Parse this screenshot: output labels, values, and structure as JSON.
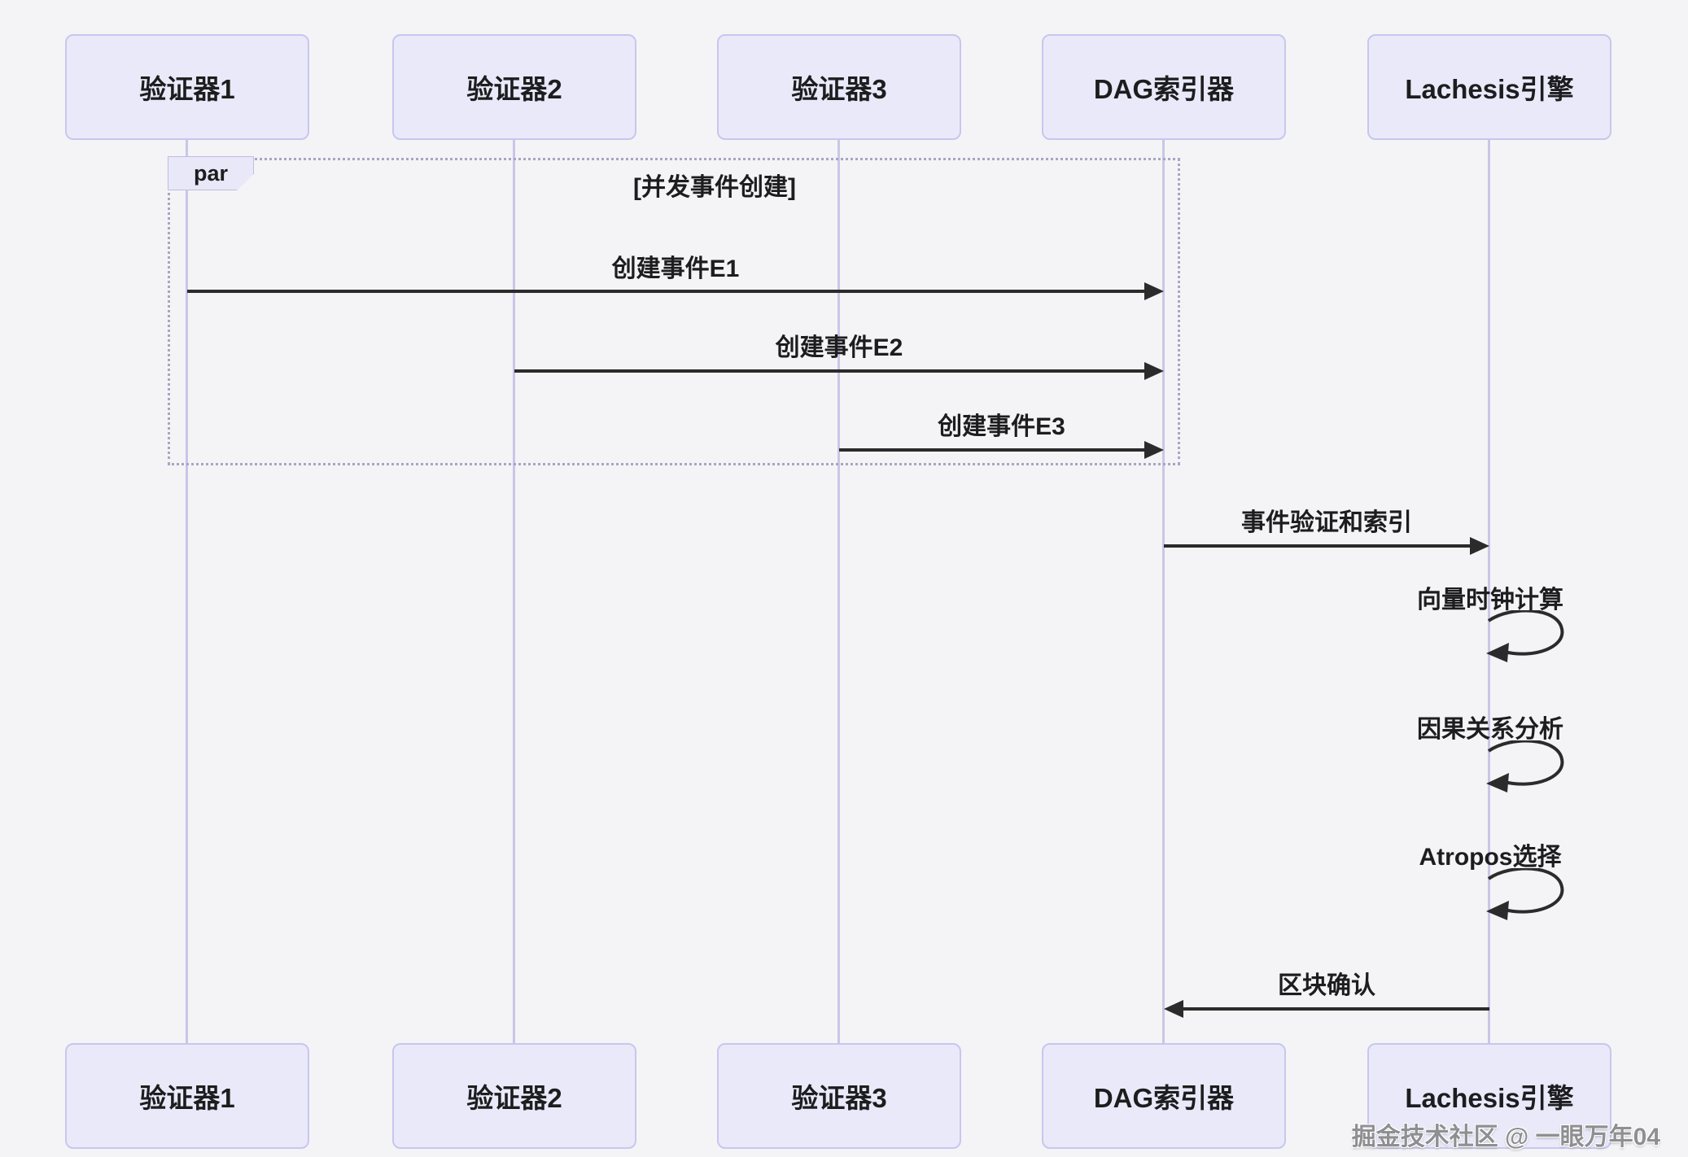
{
  "diagram_type": "sequence-diagram",
  "participants": [
    {
      "id": "validator1",
      "label": "验证器1"
    },
    {
      "id": "validator2",
      "label": "验证器2"
    },
    {
      "id": "validator3",
      "label": "验证器3"
    },
    {
      "id": "dag-indexer",
      "label": "DAG索引器"
    },
    {
      "id": "lachesis-engine",
      "label": "Lachesis引擎"
    }
  ],
  "par_block": {
    "tag": "par",
    "title": "[并发事件创建]"
  },
  "messages": [
    {
      "label": "创建事件E1",
      "from": "验证器1",
      "to": "DAG索引器",
      "direction": "right"
    },
    {
      "label": "创建事件E2",
      "from": "验证器2",
      "to": "DAG索引器",
      "direction": "right"
    },
    {
      "label": "创建事件E3",
      "from": "验证器3",
      "to": "DAG索引器",
      "direction": "right"
    },
    {
      "label": "事件验证和索引",
      "from": "DAG索引器",
      "to": "Lachesis引擎",
      "direction": "right"
    },
    {
      "label": "区块确认",
      "from": "Lachesis引擎",
      "to": "DAG索引器",
      "direction": "left"
    }
  ],
  "self_messages": [
    {
      "label": "向量时钟计算",
      "on": "Lachesis引擎"
    },
    {
      "label": "因果关系分析",
      "on": "Lachesis引擎"
    },
    {
      "label": "Atropos选择",
      "on": "Lachesis引擎"
    }
  ],
  "watermark": "掘金技术社区 @ 一眼万年04",
  "colors": {
    "background": "#f4f4f6",
    "actor_fill": "#e9e9f9",
    "actor_border": "#c9c6ee",
    "lifeline": "#c9c6e8",
    "par_border": "#a8a5c6",
    "arrow": "#2b2b2b",
    "watermark_text": "#8f8f92"
  }
}
